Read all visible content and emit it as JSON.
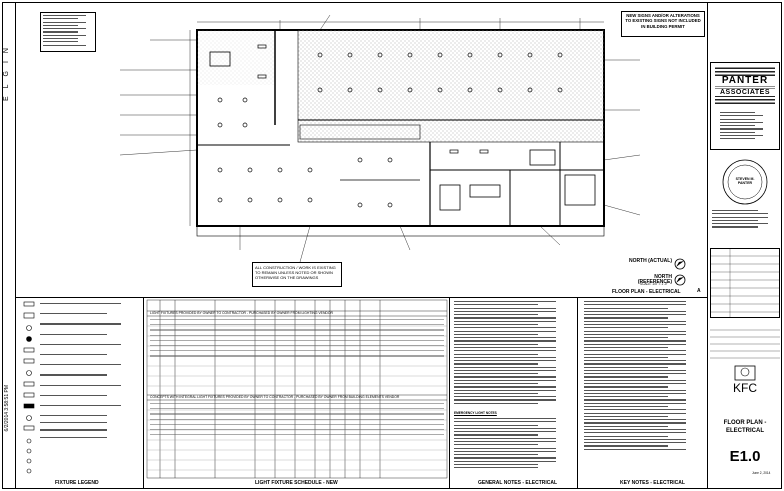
{
  "street_label": "ELGIN",
  "timestamp": "6/2/2014 3:58:51 PM",
  "plan_notice": "NEW SIGNS AND/OR ALTERATIONS TO EXISTING SIGNS NOT INCLUDED IN BUILDING PERMIT",
  "plan_note_conform": "ALL CONSTRUCTION / WORK IS EXISTING TO REMAIN UNLESS NOTED OR SHOWN OTHERWISE ON THE DRAWINGS",
  "north_actual": "NORTH (ACTUAL)",
  "north_reference": "NORTH (REFERENCE)",
  "plan_title": "FLOOR PLAN - ELECTRICAL",
  "plan_scale": "SCALE: 1/4\" = 1'-0\"",
  "plan_detail_number": "A",
  "section_titles": {
    "legend": "FIXTURE LEGEND",
    "schedule": "LIGHT FIXTURE SCHEDULE - NEW",
    "general_notes": "GENERAL NOTES - ELECTRICAL",
    "key_notes": "KEY NOTES - ELECTRICAL"
  },
  "schedule_banner_1": "LIGHT FIXTURES PROVIDED BY OWNER TO CONTRACTOR - PURCHASED BY OWNER FROM LIGHTING VENDOR",
  "schedule_banner_2": "CONCEPTS WITH INTEGRAL LIGHT FIXTURES PROVIDED BY OWNER TO CONTRACTOR - PURCHASED BY OWNER FROM BUILDING ELEMENTS VENDOR",
  "firm": {
    "name_line1": "PANTER",
    "name_line2": "ASSOCIATES"
  },
  "seal": {
    "name": "STEVEN M. PANTER"
  },
  "client_logo": "KFC",
  "sheet_title": "FLOOR PLAN - ELECTRICAL",
  "sheet_number": "E1.0",
  "date_label": "June 2, 2014",
  "notes_heading_emergency": "EMERGENCY LIGHT NOTES"
}
